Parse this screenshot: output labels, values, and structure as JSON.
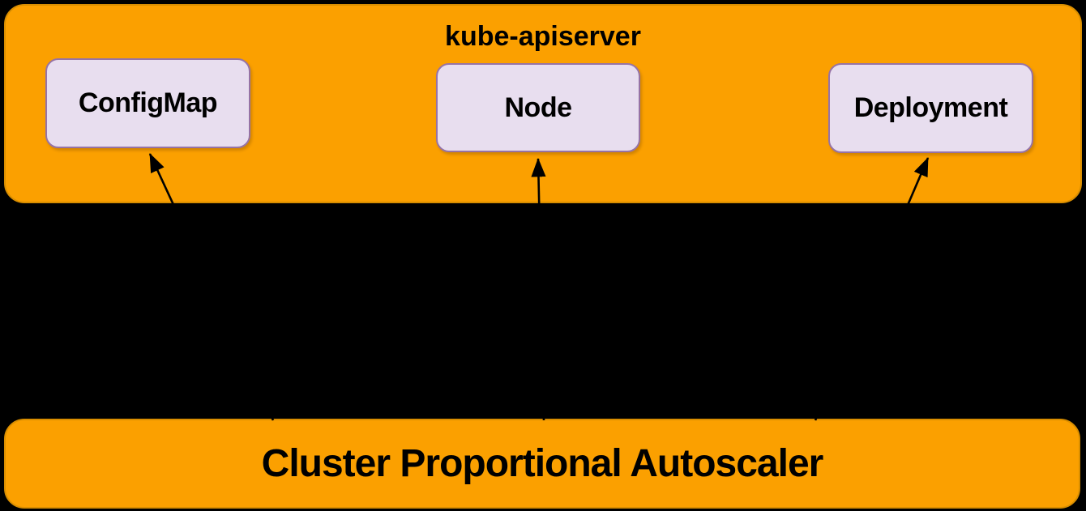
{
  "diagram": {
    "type": "kubernetes-architecture-diagram",
    "background": "#000000",
    "colors": {
      "background": "#000000",
      "group_fill": "#FBA000",
      "group_stroke": "#D98E00",
      "node_fill": "#E8DEEF",
      "node_stroke": "#9673A6",
      "arrow": "#000000",
      "text": "#000000"
    },
    "groups": [
      {
        "id": "kube-apiserver",
        "label": "kube-apiserver"
      },
      {
        "id": "cluster-proportional-autoscaler",
        "label": "Cluster Proportional Autoscaler"
      }
    ],
    "nodes": [
      {
        "id": "configmap",
        "label": "ConfigMap",
        "group": "kube-apiserver"
      },
      {
        "id": "node",
        "label": "Node",
        "group": "kube-apiserver"
      },
      {
        "id": "deployment",
        "label": "Deployment",
        "group": "kube-apiserver"
      }
    ],
    "edges": [
      {
        "from": "cluster-proportional-autoscaler",
        "to": "configmap",
        "direction": "up"
      },
      {
        "from": "cluster-proportional-autoscaler",
        "to": "node",
        "direction": "up"
      },
      {
        "from": "cluster-proportional-autoscaler",
        "to": "deployment",
        "direction": "up"
      }
    ]
  }
}
